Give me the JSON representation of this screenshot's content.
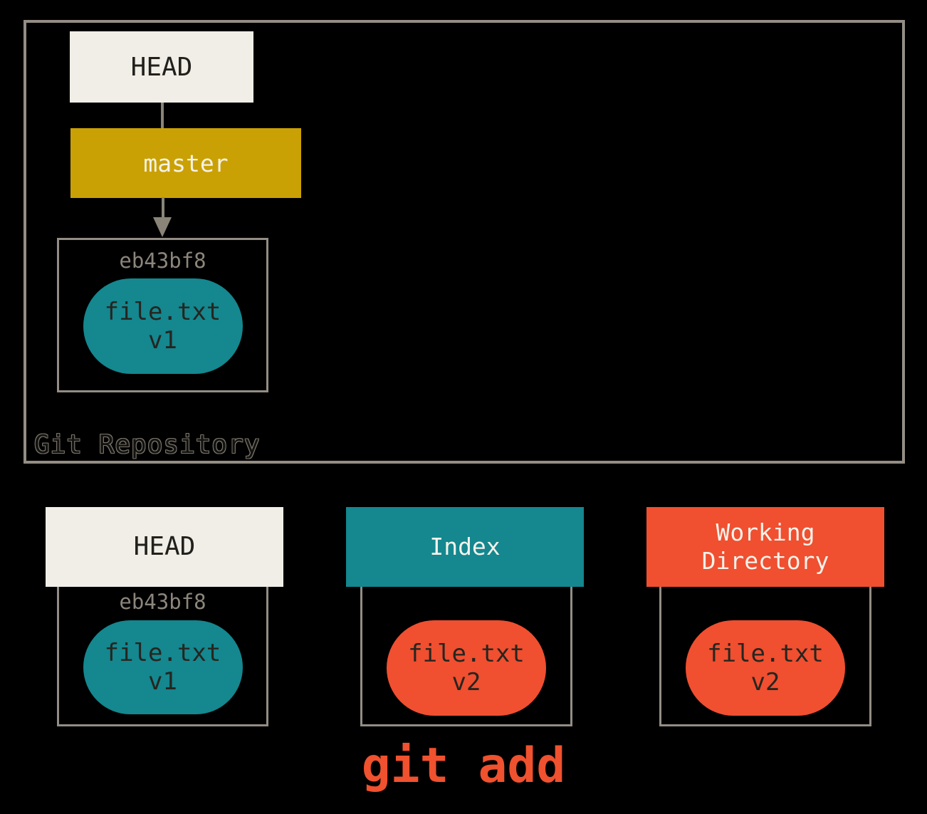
{
  "repository": {
    "label": "Git Repository",
    "head_label": "HEAD",
    "branch_label": "master",
    "commit": {
      "hash": "eb43bf8",
      "file_name": "file.txt",
      "file_version": "v1"
    }
  },
  "sections": {
    "head": {
      "title": "HEAD",
      "hash": "eb43bf8",
      "file_name": "file.txt",
      "file_version": "v1"
    },
    "index": {
      "title": "Index",
      "file_name": "file.txt",
      "file_version": "v2"
    },
    "working_directory": {
      "title": "Working Directory",
      "file_name": "file.txt",
      "file_version": "v2"
    }
  },
  "command_label": "git add",
  "colors": {
    "background": "#000000",
    "box_border": "#938d85",
    "connector_gray": "#8a8478",
    "cream": "#f0eee6",
    "gold": "#caa104",
    "teal": "#14878f",
    "orange": "#f04f30",
    "command_orange": "#f0512e",
    "muted_text": "#8b857b",
    "dark_text": "#26251f",
    "light_text": "#f4f2ea"
  }
}
